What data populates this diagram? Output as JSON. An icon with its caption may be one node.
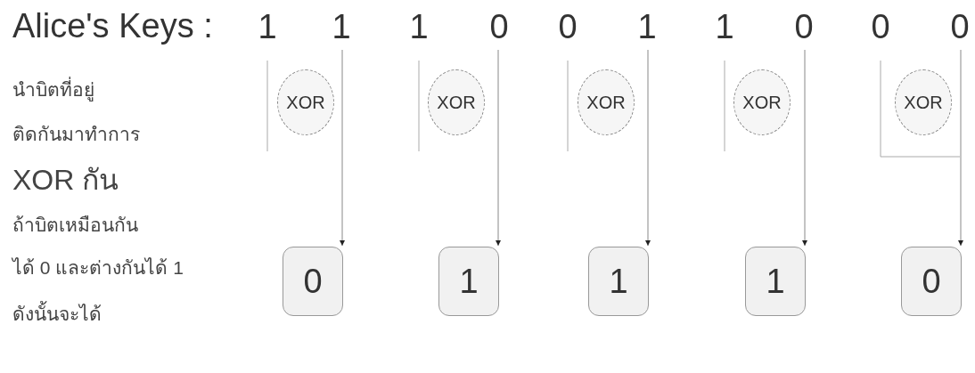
{
  "diagram": {
    "nodes": [
      {
        "text": [
          "1"
        ]
      },
      {
        "text": [
          "1"
        ]
      },
      {
        "text": [
          "1"
        ]
      },
      {
        "text": [
          "0"
        ]
      },
      {
        "text": [
          "0"
        ]
      },
      {
        "text": [
          "1"
        ]
      },
      {
        "text": [
          "1"
        ]
      },
      {
        "text": [
          "0"
        ]
      },
      {
        "text": [
          "0"
        ]
      },
      {
        "text": [
          "0"
        ]
      },
      {
        "text": [
          "XOR"
        ]
      },
      {
        "text": [
          "XOR"
        ]
      },
      {
        "text": [
          "XOR"
        ]
      },
      {
        "text": [
          "XOR"
        ]
      },
      {
        "text": [
          "XOR"
        ]
      },
      {
        "text": [
          "0"
        ]
      },
      {
        "text": [
          "1"
        ]
      },
      {
        "text": [
          "1"
        ]
      },
      {
        "text": [
          "1"
        ]
      },
      {
        "text": [
          "0"
        ]
      }
    ],
    "edges": [
      {
        "from": 1,
        "to": 15,
        "arrow": "to"
      },
      {
        "from": 3,
        "to": 16,
        "arrow": "to"
      },
      {
        "from": 5,
        "to": 17,
        "arrow": "to"
      },
      {
        "from": 7,
        "to": 18,
        "arrow": "to"
      },
      {
        "from": 9,
        "to": 19,
        "arrow": "to"
      }
    ],
    "labels": [
      "Alice's Keys :",
      "นำบิตที่อยู่",
      "ติดกันมาทำการ",
      "XOR กัน",
      "ถ้าบิตเหมือนกัน",
      "ได้ 0 และต่างกันได้ 1",
      "ดังนั้นจะได้"
    ]
  }
}
